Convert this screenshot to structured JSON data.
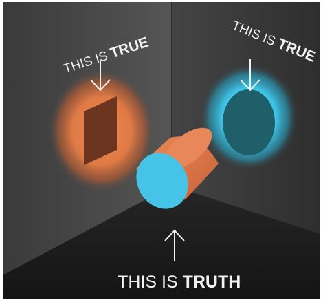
{
  "labels": {
    "left_wall": {
      "prefix": "THIS IS ",
      "emphasis": "TRUE"
    },
    "right_wall": {
      "prefix": "THIS IS ",
      "emphasis": "TRUE"
    },
    "floor": {
      "prefix": "THIS IS ",
      "emphasis": "TRUTH"
    }
  },
  "colors": {
    "left_wall": "#4a4a4a",
    "right_wall": "#3a3a3a",
    "floor": "#1e1e1e",
    "orange_glow": "#e07a45",
    "orange_shadow": "#6b3520",
    "cyan_glow": "#3fc3e6",
    "cyan_shadow": "#1f5f6a",
    "cylinder_side": "#e2794a",
    "cylinder_face": "#45c4e8",
    "text": "#f2f2f2"
  },
  "icons": [
    "arrow-down-icon",
    "arrow-down-icon",
    "arrow-up-icon"
  ]
}
